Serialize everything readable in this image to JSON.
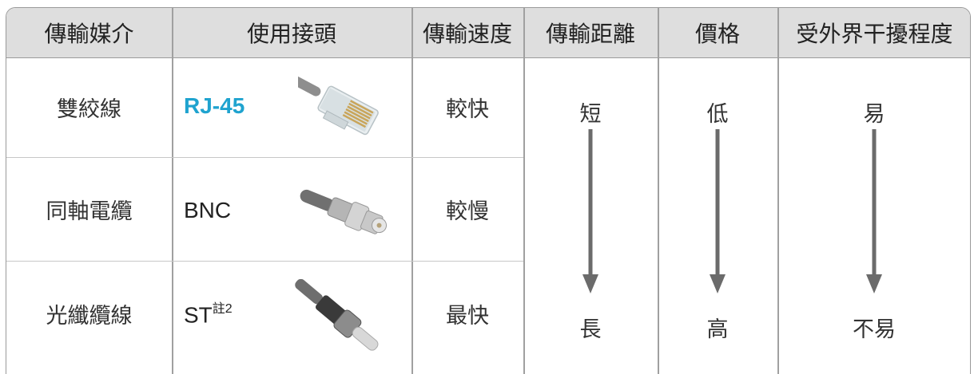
{
  "headers": [
    "傳輸媒介",
    "使用接頭",
    "傳輸速度",
    "傳輸距離",
    "價格",
    "受外界干擾程度"
  ],
  "rows": [
    {
      "medium": "雙絞線",
      "connector": "RJ-45",
      "connector_sup": "",
      "speed": "較快",
      "connector_icon": "rj45-plug-icon"
    },
    {
      "medium": "同軸電纜",
      "connector": "BNC",
      "connector_sup": "",
      "speed": "較慢",
      "connector_icon": "bnc-connector-icon"
    },
    {
      "medium": "光纖纜線",
      "connector": "ST",
      "connector_sup": "註2",
      "speed": "最快",
      "connector_icon": "st-fiber-connector-icon"
    }
  ],
  "scales": {
    "distance": {
      "top": "短",
      "bottom": "長"
    },
    "price": {
      "top": "低",
      "bottom": "高"
    },
    "interference": {
      "top": "易",
      "bottom": "不易"
    }
  },
  "colors": {
    "header_bg": "#dedede",
    "rj45_text": "#1fa3cf",
    "arrow": "#6b6b6b"
  }
}
